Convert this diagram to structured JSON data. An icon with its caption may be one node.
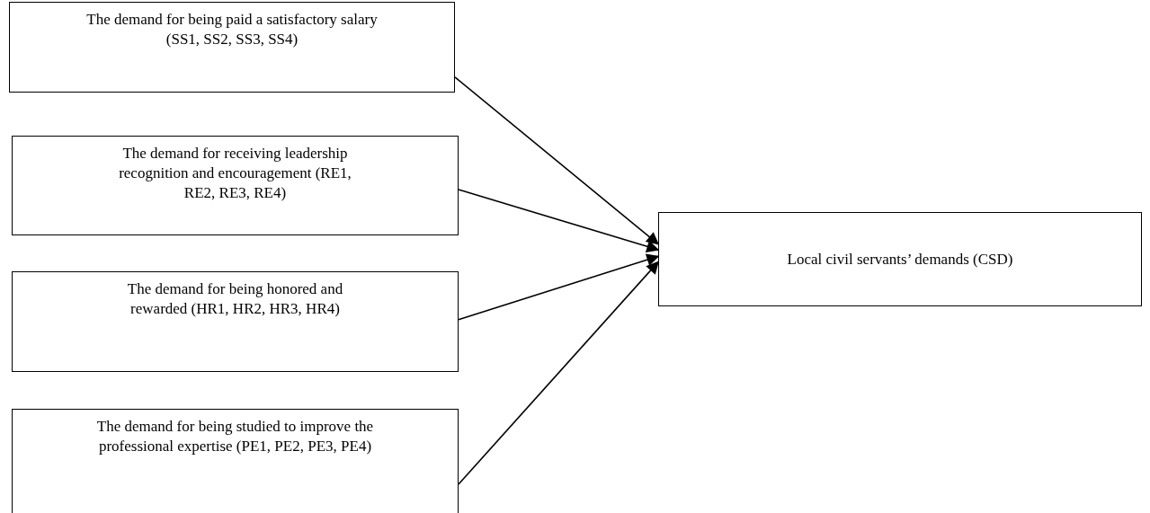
{
  "diagram": {
    "nodes": [
      {
        "text": [
          "The demand for being paid a satisfactory salary (SS1, SS2, SS3, SS4)"
        ]
      },
      {
        "text": [
          "The demand for receiving leadership recognition and encouragement (RE1, RE2, RE3, RE4)"
        ]
      },
      {
        "text": [
          "The demand for being honored and rewarded (HR1, HR2, HR3, HR4)"
        ]
      },
      {
        "text": [
          "The demand for being studied to improve the professional expertise (PE1, PE2, PE3, PE4)"
        ]
      },
      {
        "text": [
          "Local civil servants’ demands (CSD)"
        ]
      }
    ],
    "edges": [
      {
        "from": 0,
        "to": 4,
        "arrow": "to"
      },
      {
        "from": 1,
        "to": 4,
        "arrow": "to"
      },
      {
        "from": 2,
        "to": 4,
        "arrow": "to"
      },
      {
        "from": 3,
        "to": 4,
        "arrow": "to"
      }
    ]
  }
}
